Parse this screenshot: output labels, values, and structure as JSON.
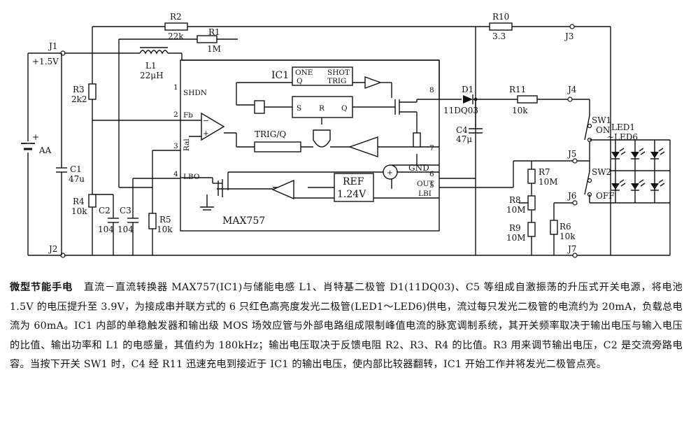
{
  "schematic": {
    "chip": "MAX757",
    "ic1": "IC1",
    "one": "ONE",
    "shot": "SHOT",
    "q": "Q",
    "trig": "TRIG",
    "s": "S",
    "r": "R",
    "trigq": "TRIG/Q",
    "ref": "REF",
    "ref_v": "1.24V",
    "gnd": "GND",
    "shdn": "SHDN",
    "fb": "Fb",
    "ral": "Ral",
    "lbo": "LBO",
    "out": "OUT",
    "lbi": "LBI",
    "pin1": "1",
    "pin2": "2",
    "pin3": "3",
    "pin4": "4",
    "pin5": "5",
    "pin6": "6",
    "pin7": "7",
    "pin8": "8",
    "j1": "J1",
    "j2": "J2",
    "j3": "J3",
    "j4": "J4",
    "j5": "J5",
    "j6": "J6",
    "j7": "J7",
    "vin": "+1.5V",
    "aa": "AA",
    "r1": "R1",
    "r1v": "1M",
    "r2": "R2",
    "r2v": "22k",
    "r3": "R3",
    "r3v": "2k2",
    "r4": "R4",
    "r4v": "10k",
    "r5": "R5",
    "r5v": "10k",
    "r6": "R6",
    "r6v": "10k",
    "r7": "R7",
    "r7v": "10M",
    "r8": "R8",
    "r8v": "10M",
    "r9": "R9",
    "r9v": "10M",
    "r10": "R10",
    "r10v": "3.3",
    "r11": "R11",
    "r11v": "10k",
    "l1": "L1",
    "l1v": "22μH",
    "c1": "C1",
    "c1v": "47u",
    "c2": "C2",
    "c2v": "104",
    "c3": "C3",
    "c3v": "104",
    "c4": "C4",
    "c4v": "47μ",
    "d1": "D1",
    "d1v": "11DQ03",
    "sw1": "SW1",
    "sw1s": "ON",
    "sw2": "SW2",
    "sw2s": "OFF",
    "led1": "LED1",
    "led2": "~LED6"
  },
  "caption": {
    "title": "微型节能手电",
    "body": "直流－直流转换器 MAX757(IC1)与储能电感 L1、肖特基二极管 D1(11DQ03)、C5 等组成自激振荡的升压式开关电源，将电池 1.5V 的电压提升至 3.9V，为接成串并联方式的 6 只红色高亮度发光二极管(LED1～LED6)供电，流过每只发光二极管的电流约为 20mA，负载总电流为 60mA。IC1 内部的单稳触发器和输出级 MOS 场效应管与外部电路组成限制峰值电流的脉宽调制系统，其开关频率取决于输出电压与输入电压的比值、输出功率和 L1 的电感量，其值约为 180kHz；输出电压取决于反馈电阻 R2、R3、R4 的比值。R3 用来调节输出电压，C2 是交流旁路电容。当按下开关 SW1 时，C4 经 R11 迅速充电到接近于 IC1 的输出电压，使内部比较器翻转，IC1 开始工作并将发光二极管点亮。"
  }
}
